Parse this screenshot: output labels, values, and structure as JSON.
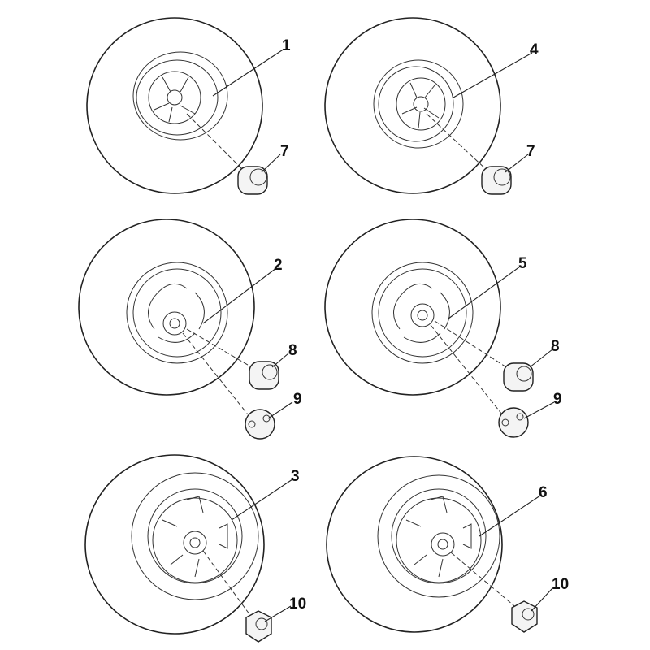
{
  "callouts": {
    "wheel_top_left": "1",
    "wheel_top_right": "4",
    "wheel_mid_left": "2",
    "wheel_mid_right": "5",
    "wheel_bottom_left": "3",
    "wheel_bottom_right": "6",
    "nut_top_left": "7",
    "nut_top_right": "7",
    "nut_mid_left_a": "8",
    "nut_mid_left_b": "9",
    "nut_mid_right_a": "8",
    "nut_mid_right_b": "9",
    "nut_bottom_left": "10",
    "nut_bottom_right": "10"
  }
}
